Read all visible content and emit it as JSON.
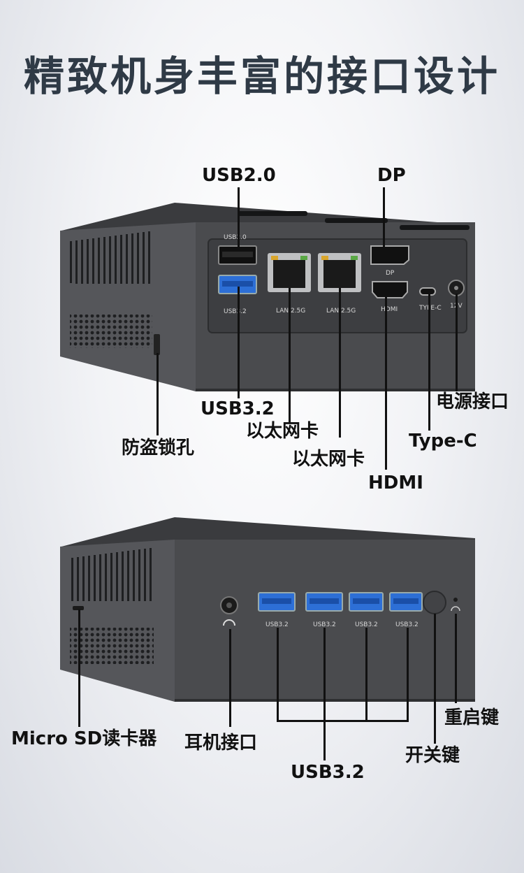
{
  "title": "精致机身丰富的接口设计",
  "rear": {
    "labels": {
      "usb20": "USB2.0",
      "dp": "DP",
      "usb32": "USB3.2",
      "lan1": "以太网卡",
      "lan2": "以太网卡",
      "hdmi": "HDMI",
      "typec": "Type-C",
      "power": "电源接口",
      "lock": "防盗锁孔"
    },
    "printed": {
      "usb20": "USB2.0",
      "usb32": "USB3.2",
      "lan1": "LAN 2.5G",
      "lan2": "LAN 2.5G",
      "dp": "DP",
      "hdmi": "HDMI",
      "typec": "TYPE-C",
      "power": "12V"
    }
  },
  "front": {
    "labels": {
      "sd": "Micro SD读卡器",
      "audio": "耳机接口",
      "usb32": "USB3.2",
      "power_btn": "开关键",
      "reset": "重启键"
    },
    "printed": {
      "usb1": "USB3.2",
      "usb2": "USB3.2",
      "usb3": "USB3.2",
      "usb4": "USB3.2"
    }
  },
  "colors": {
    "device_body": "#4a4b4e",
    "device_top": "#3a3b3e",
    "usb3_blue": "#2d6fd6",
    "title": "#2f3a46"
  }
}
